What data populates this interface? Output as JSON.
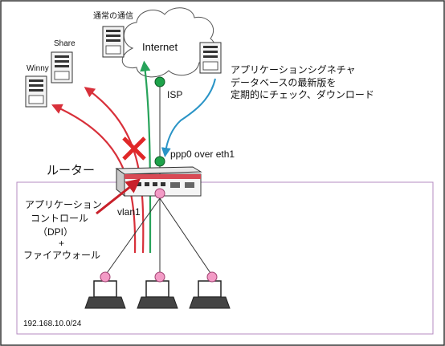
{
  "labels": {
    "internet": "Internet",
    "normal_comm": "通常の通信",
    "share": "Share",
    "winny": "Winny",
    "isp": "ISP",
    "ppp0": "ppp0 over eth1",
    "router": "ルーター",
    "vlan1": "vlan1",
    "dpi": [
      "アプリケーション",
      "コントロール",
      "（DPI）",
      "+",
      "ファイアウォール"
    ],
    "signature_note": [
      "アプリケーションシグネチャ",
      "データベースの最新版を",
      "定期的にチェック、ダウンロード"
    ],
    "subnet": "192.168.10.0/24"
  },
  "colors": {
    "green_flow": "#27a35a",
    "red_flow": "#d8303a",
    "blue_flow": "#2a94c6",
    "node_green": "#1ea24a",
    "node_pink": "#f39bc6",
    "lan_border": "#b48bc0",
    "block_x": "#e02828"
  }
}
